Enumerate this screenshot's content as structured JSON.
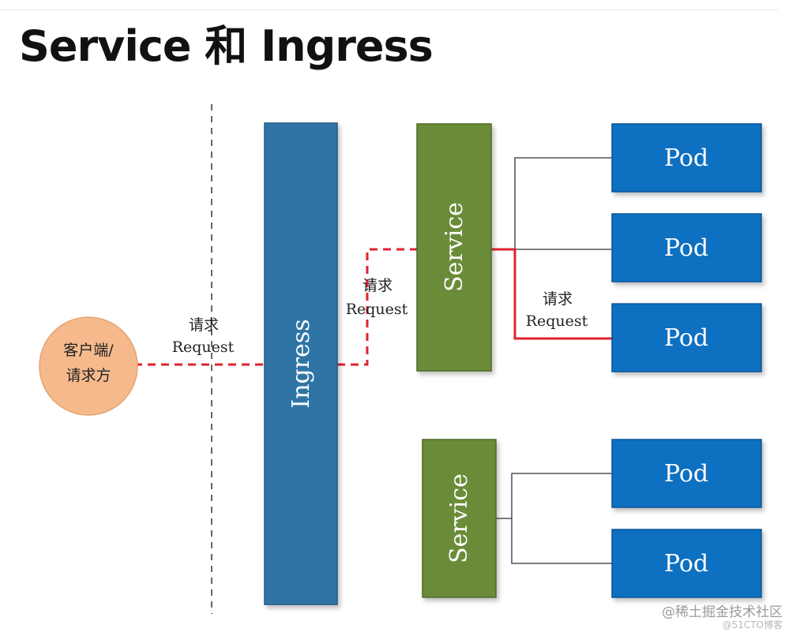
{
  "title": "Service 和 Ingress",
  "client": {
    "line1": "客户端/",
    "line2": "请求方"
  },
  "ingress": {
    "label": "Ingress"
  },
  "services": [
    {
      "label": "Service"
    },
    {
      "label": "Service"
    }
  ],
  "pods": [
    {
      "label": "Pod"
    },
    {
      "label": "Pod"
    },
    {
      "label": "Pod"
    },
    {
      "label": "Pod"
    },
    {
      "label": "Pod"
    }
  ],
  "edge_labels": [
    {
      "cn": "请求",
      "en": "Request"
    },
    {
      "cn": "请求",
      "en": "Request"
    },
    {
      "cn": "请求",
      "en": "Request"
    }
  ],
  "watermark": {
    "main": "@稀土掘金技术社区",
    "sub": "@51CTO博客"
  },
  "colors": {
    "ingress": "#2e75a6",
    "service": "#6a8c38",
    "pod": "#0a6fc0",
    "client": "#f5b98c",
    "request_line": "#e0232e"
  }
}
